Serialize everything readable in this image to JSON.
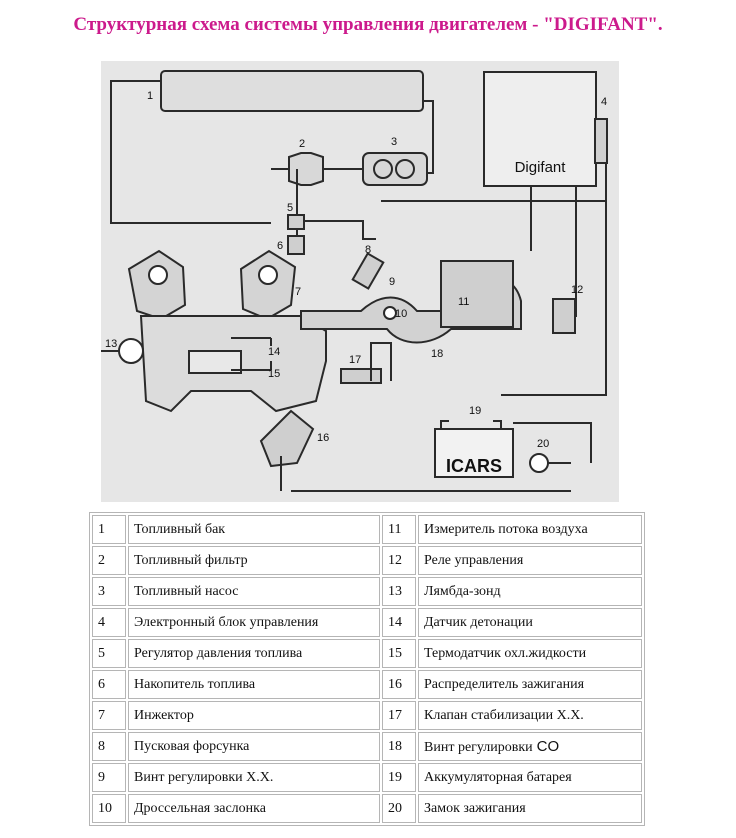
{
  "title": "Структурная схема системы управления двигателем - \"DIGIFANT\".",
  "diagram": {
    "ecu_label": "Digifant",
    "battery_label": "ICARS",
    "callouts": [
      "1",
      "2",
      "3",
      "4",
      "5",
      "6",
      "7",
      "8",
      "9",
      "10",
      "11",
      "12",
      "13",
      "14",
      "15",
      "16",
      "17",
      "18",
      "19",
      "20"
    ],
    "colors": {
      "background": "#e6e6e6",
      "line": "#2a2a2a",
      "title": "#cc1a8c"
    }
  },
  "legend": {
    "left": [
      {
        "num": "1",
        "name": "Топливный бак"
      },
      {
        "num": "2",
        "name": "Топливный фильтр"
      },
      {
        "num": "3",
        "name": "Топливный насос"
      },
      {
        "num": "4",
        "name": "Электронный блок управления"
      },
      {
        "num": "5",
        "name": "Регулятор давления топлива"
      },
      {
        "num": "6",
        "name": "Накопитель топлива"
      },
      {
        "num": "7",
        "name": "Инжектор"
      },
      {
        "num": "8",
        "name": "Пусковая форсунка"
      },
      {
        "num": "9",
        "name": "Винт регулировки Х.Х."
      },
      {
        "num": "10",
        "name": "Дроссельная заслонка"
      }
    ],
    "right": [
      {
        "num": "11",
        "name": "Измеритель потока воздуха"
      },
      {
        "num": "12",
        "name": "Реле управления"
      },
      {
        "num": "13",
        "name": "Лямбда-зонд"
      },
      {
        "num": "14",
        "name": "Датчик детонации"
      },
      {
        "num": "15",
        "name": "Термодатчик охл.жидкости"
      },
      {
        "num": "16",
        "name": "Распределитель зажигания"
      },
      {
        "num": "17",
        "name": "Клапан стабилизации Х.Х."
      },
      {
        "num": "18",
        "name": "Винт регулировки",
        "suffix": "CO"
      },
      {
        "num": "19",
        "name": "Аккумуляторная батарея"
      },
      {
        "num": "20",
        "name": "Замок зажигания"
      }
    ]
  }
}
